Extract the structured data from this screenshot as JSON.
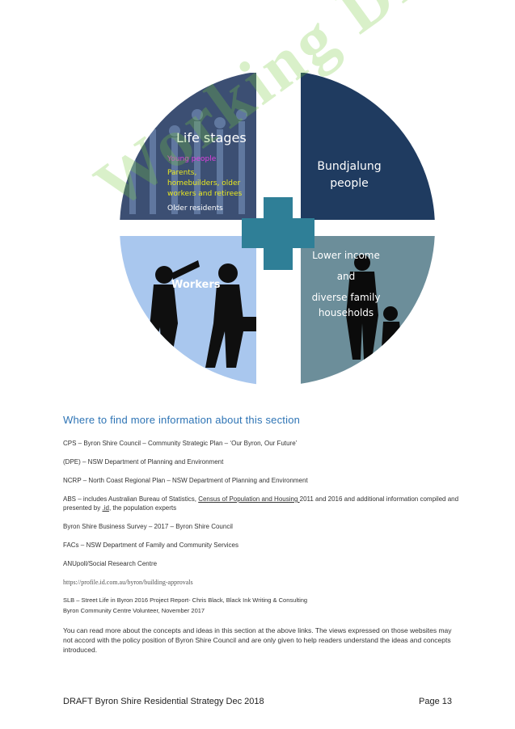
{
  "diagram": {
    "quadrants": [
      {
        "id": "life",
        "title": "Life stages",
        "lines": [
          {
            "text": "Young people",
            "color": "#e040e0"
          },
          {
            "text": "Parents,",
            "color": "#e8e820"
          },
          {
            "text": "homebuilders, older",
            "color": "#e8e820"
          },
          {
            "text": "workers and retirees",
            "color": "#e8e820"
          },
          {
            "text": "Older residents",
            "color": "#ffffff"
          }
        ]
      },
      {
        "id": "bundjalung",
        "lines": [
          "Bundjalung",
          "people"
        ]
      },
      {
        "id": "workers",
        "lines": [
          "Workers"
        ]
      },
      {
        "id": "lower",
        "lines": [
          "Lower income",
          "and",
          "diverse family",
          "households"
        ]
      }
    ],
    "colors": {
      "life": "#3c4f73",
      "bundjalung": "#1f3b60",
      "workers": "#a9c7ee",
      "lower": "#6c8e9a",
      "plus": "#2f7f97"
    }
  },
  "watermark": "Working Draft",
  "section": {
    "heading": "Where to find more information about this section",
    "refs": [
      {
        "text": "CPS – Byron Shire Council – Community Strategic Plan – ‘Our Byron, Our Future’"
      },
      {
        "text": "(DPE) – NSW Department of Planning and Environment"
      },
      {
        "text": "NCRP – North Coast Regional Plan – NSW Department of Planning and Environment"
      },
      {
        "abs_pre": "ABS – includes Australian Bureau of Statistics, ",
        "abs_link": "Census of Population and Housing ",
        "abs_mid": "2011 and 2016 and additional information compiled and presented by ",
        "abs_id": ".id",
        "abs_post": ", the population experts"
      },
      {
        "text": "Byron Shire Business Survey – 2017 – Byron Shire Council"
      },
      {
        "text": "FACs – NSW Department of Family and Community Services"
      },
      {
        "text": "ANUpoll/Social Research Centre"
      }
    ],
    "url": "https://profile.id.com.au/byron/building-approvals",
    "slb_line1": "SLB – Street Life in Byron 2016 Project Report- Chris Black, Black Ink Writing & Consulting",
    "slb_line2": "Byron Community Centre Volunteer, November 2017",
    "note": "You can read more about the concepts and ideas in this section at the above links. The views expressed on those websites may not accord with the policy position of Byron Shire Council and are only given to help readers understand the ideas and concepts introduced."
  },
  "footer": {
    "left": "DRAFT Byron Shire Residential Strategy Dec 2018",
    "right": "Page 13"
  }
}
